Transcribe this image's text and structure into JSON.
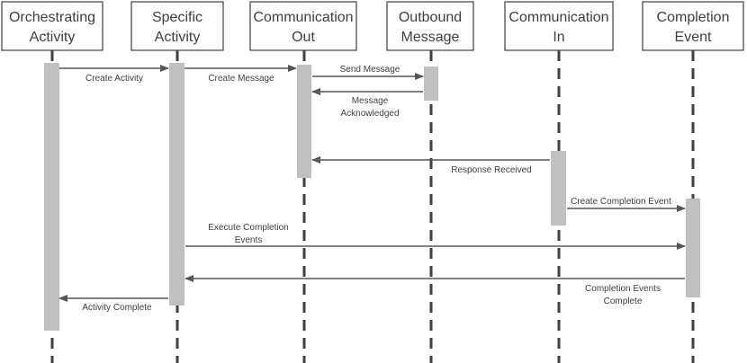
{
  "participants": [
    {
      "id": "orch",
      "lines": [
        "Orchestrating",
        "Activity"
      ]
    },
    {
      "id": "spec",
      "lines": [
        "Specific",
        "Activity"
      ]
    },
    {
      "id": "cout",
      "lines": [
        "Communication",
        "Out"
      ]
    },
    {
      "id": "omsg",
      "lines": [
        "Outbound",
        "Message"
      ]
    },
    {
      "id": "cin",
      "lines": [
        "Communication",
        "In"
      ]
    },
    {
      "id": "comp",
      "lines": [
        "Completion",
        "Event"
      ]
    }
  ],
  "messages": [
    {
      "id": "create-activity",
      "from": "orch",
      "to": "spec",
      "lines": [
        "Create Activity"
      ]
    },
    {
      "id": "create-message",
      "from": "spec",
      "to": "cout",
      "lines": [
        "Create Message"
      ]
    },
    {
      "id": "send-message",
      "from": "cout",
      "to": "omsg",
      "lines": [
        "Send Message"
      ]
    },
    {
      "id": "message-acknowledged",
      "from": "omsg",
      "to": "cout",
      "lines": [
        "Message",
        "Acknowledged"
      ]
    },
    {
      "id": "response-received",
      "from": "cin",
      "to": "cout",
      "lines": [
        "Response Received"
      ]
    },
    {
      "id": "create-completion-event",
      "from": "cin",
      "to": "comp",
      "lines": [
        "Create Completion Event"
      ]
    },
    {
      "id": "execute-completion-events",
      "from": "spec",
      "to": "comp",
      "lines": [
        "Execute Completion",
        "Events"
      ]
    },
    {
      "id": "completion-events-complete",
      "from": "comp",
      "to": "spec",
      "lines": [
        "Completion Events",
        "Complete"
      ]
    },
    {
      "id": "activity-complete",
      "from": "spec",
      "to": "orch",
      "lines": [
        "Activity Complete"
      ]
    }
  ],
  "colors": {
    "line": "#3f3f3f",
    "activation": "#bfbfbf",
    "text": "#404040",
    "box_fill": "#ffffff"
  }
}
